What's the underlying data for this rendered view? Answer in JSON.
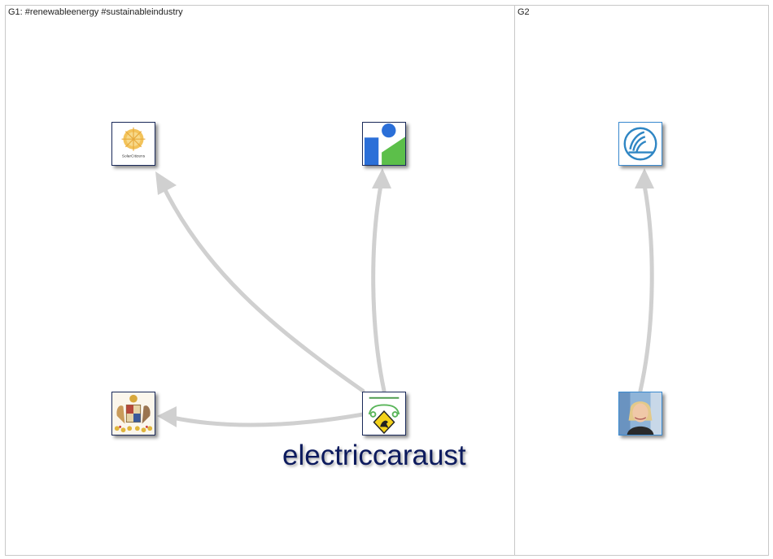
{
  "groups": [
    {
      "id": "G1",
      "title": "G1: #renewableenergy #sustainableindustry"
    },
    {
      "id": "G2",
      "title": "G2"
    }
  ],
  "nodes": [
    {
      "id": "solarcitizens",
      "icon": "solar-citizens-logo-icon",
      "logo_text": "SolarCitizens"
    },
    {
      "id": "industry-logo",
      "icon": "blue-green-i-logo-icon"
    },
    {
      "id": "australian-coat-of-arms",
      "icon": "coat-of-arms-icon"
    },
    {
      "id": "electriccaraust",
      "icon": "kangaroo-road-sign-icon",
      "label": "electriccaraust"
    },
    {
      "id": "nordic-logo",
      "icon": "swan-circle-logo-icon"
    },
    {
      "id": "person-photo",
      "icon": "person-avatar-icon"
    }
  ],
  "edges": [
    {
      "from": "electriccaraust",
      "to": "solarcitizens"
    },
    {
      "from": "electriccaraust",
      "to": "industry-logo"
    },
    {
      "from": "electriccaraust",
      "to": "australian-coat-of-arms"
    },
    {
      "from": "person-photo",
      "to": "nordic-logo"
    }
  ],
  "colors": {
    "edge": "#d0d0d0",
    "label": "#0d1b5e",
    "panel_border": "#c8c8c8"
  }
}
